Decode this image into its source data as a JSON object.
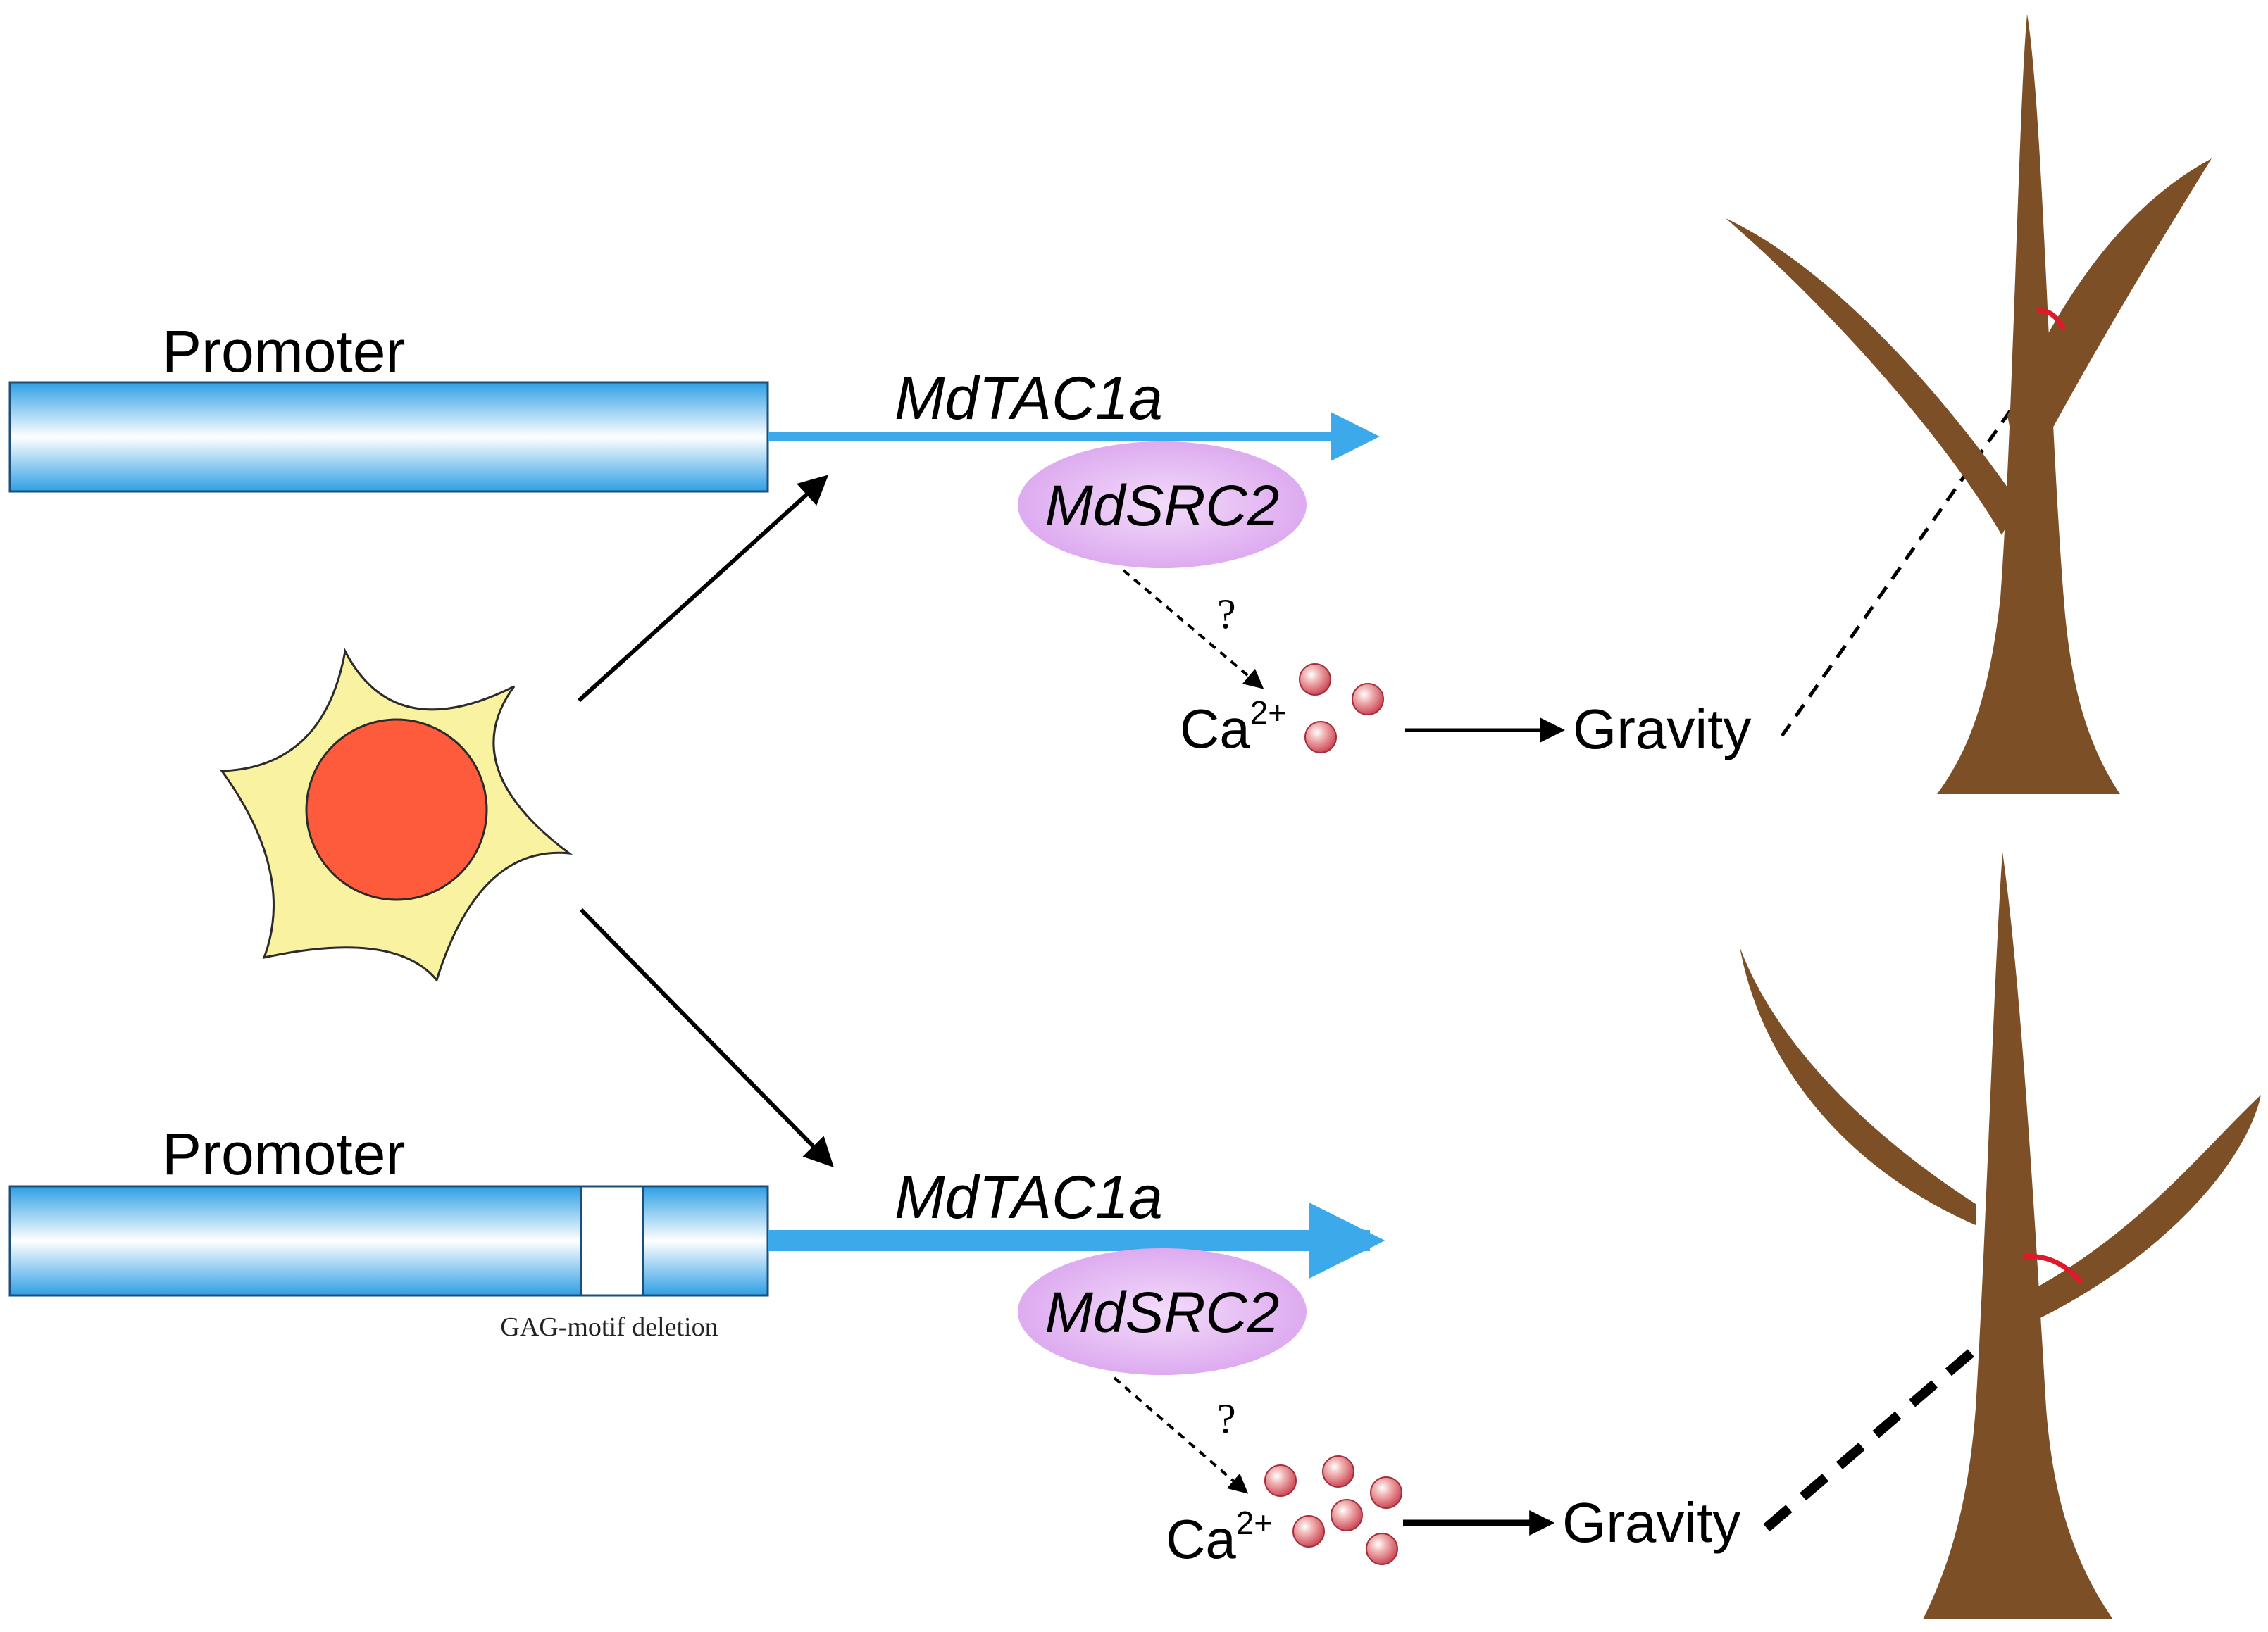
{
  "top_panel": {
    "promoter_label": "Promoter",
    "gene_label": "MdTAC1a",
    "protein_label": "MdSRC2",
    "question_mark": "?",
    "calcium_label": "Ca",
    "calcium_charge": "2+",
    "gravity_label": "Gravity"
  },
  "bottom_panel": {
    "promoter_label": "Promoter",
    "deletion_label": "GAG-motif deletion",
    "gene_label": "MdTAC1a",
    "protein_label": "MdSRC2",
    "question_mark": "?",
    "calcium_label": "Ca",
    "calcium_charge": "2+",
    "gravity_label": "Gravity"
  },
  "colors": {
    "promoter_blue": "#3eaee8",
    "gene_arrow_blue": "#3ba9ea",
    "protein_fill": "#e4b3f2",
    "star_fill": "#f9f2a0",
    "star_core": "#fe5a3c",
    "calcium_bead": "#c83e4d",
    "tree_brown": "#7c4f27",
    "angle_red": "#e0192a"
  },
  "icons": [
    "light-star-icon",
    "tree-icon",
    "calcium-bead-icon"
  ]
}
